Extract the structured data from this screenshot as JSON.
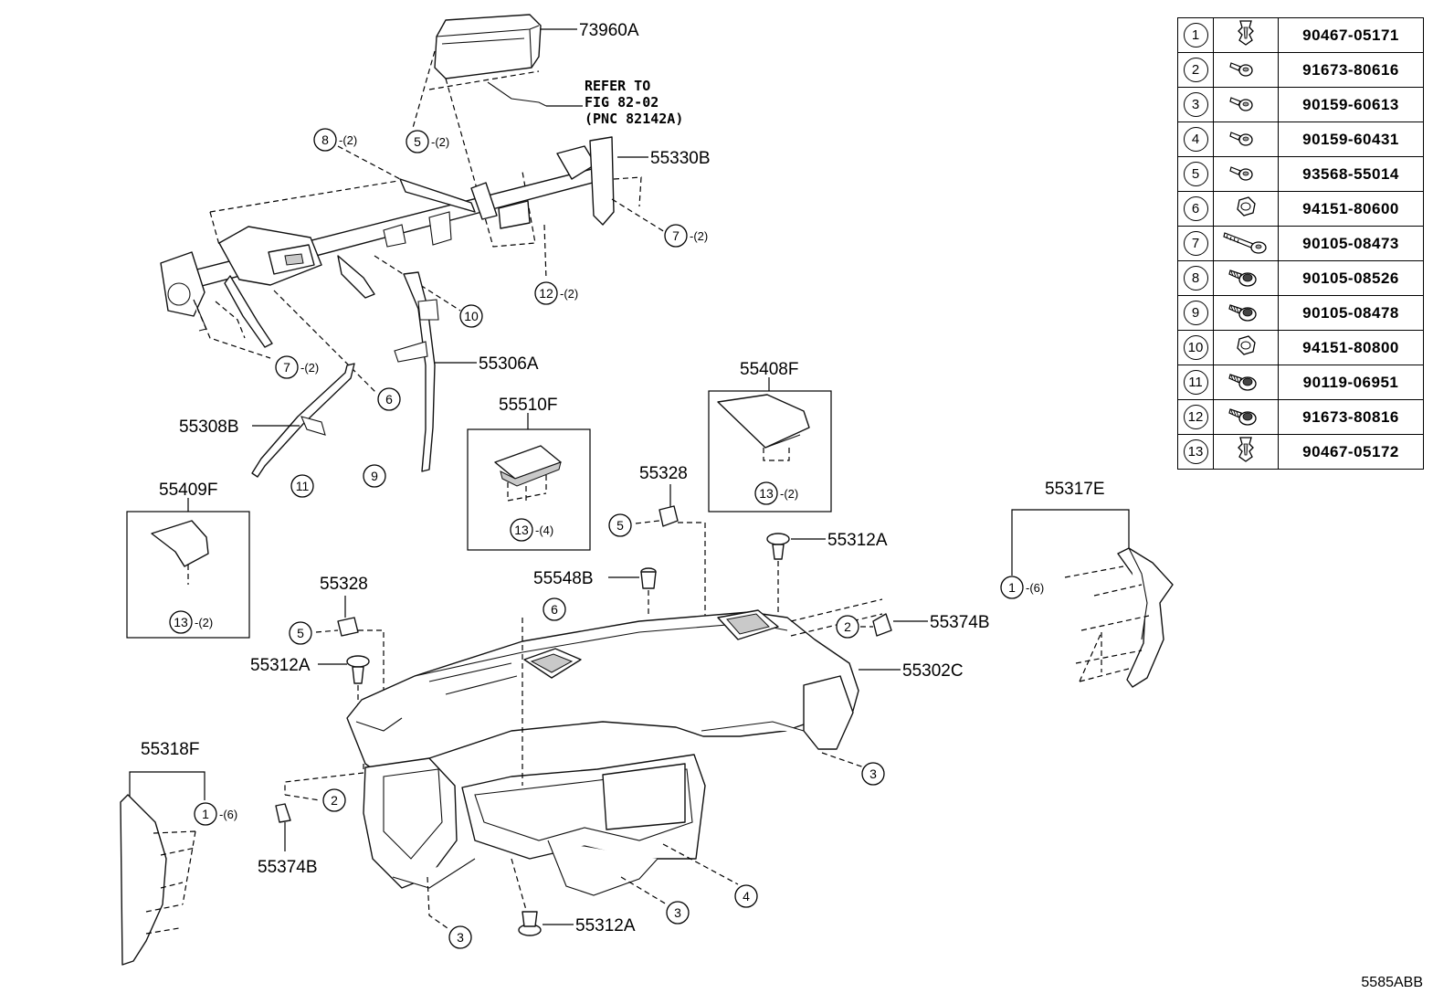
{
  "part_labels": {
    "p73960A": "73960A",
    "p55330B": "55330B",
    "p55306A": "55306A",
    "p55308B": "55308B",
    "p55408F": "55408F",
    "p55510F": "55510F",
    "p55409F": "55409F",
    "p55328a": "55328",
    "p55328b": "55328",
    "p55312A_a": "55312A",
    "p55312A_b": "55312A",
    "p55312A_c": "55312A",
    "p55548B": "55548B",
    "p55374B_a": "55374B",
    "p55374B_b": "55374B",
    "p55302C": "55302C",
    "p55317E": "55317E",
    "p55318F": "55318F"
  },
  "refer_note": {
    "line1": "REFER TO",
    "line2": "FIG 82-02",
    "line3": "(PNC 82142A)"
  },
  "callouts": [
    {
      "num": "8",
      "qty": "-(2)"
    },
    {
      "num": "5",
      "qty": "-(2)"
    },
    {
      "num": "7",
      "qty": "-(2)"
    },
    {
      "num": "12",
      "qty": "-(2)"
    },
    {
      "num": "10",
      "qty": ""
    },
    {
      "num": "7",
      "qty": "-(2)"
    },
    {
      "num": "6",
      "qty": ""
    },
    {
      "num": "11",
      "qty": ""
    },
    {
      "num": "9",
      "qty": ""
    },
    {
      "num": "13",
      "qty": "-(4)"
    },
    {
      "num": "13",
      "qty": "-(2)"
    },
    {
      "num": "13",
      "qty": "-(2)"
    },
    {
      "num": "5",
      "qty": ""
    },
    {
      "num": "5",
      "qty": ""
    },
    {
      "num": "6",
      "qty": ""
    },
    {
      "num": "2",
      "qty": ""
    },
    {
      "num": "1",
      "qty": "-(6)"
    },
    {
      "num": "3",
      "qty": ""
    },
    {
      "num": "1",
      "qty": "-(6)"
    },
    {
      "num": "2",
      "qty": ""
    },
    {
      "num": "3",
      "qty": ""
    },
    {
      "num": "3",
      "qty": ""
    },
    {
      "num": "4",
      "qty": ""
    }
  ],
  "fastener_table": [
    {
      "num": "1",
      "icon": "clip-icon",
      "part": "90467-05171"
    },
    {
      "num": "2",
      "icon": "screw-icon",
      "part": "91673-80616"
    },
    {
      "num": "3",
      "icon": "screw-icon",
      "part": "90159-60613"
    },
    {
      "num": "4",
      "icon": "screw-icon",
      "part": "90159-60431"
    },
    {
      "num": "5",
      "icon": "screw-icon",
      "part": "93568-55014"
    },
    {
      "num": "6",
      "icon": "nut-icon",
      "part": "94151-80600"
    },
    {
      "num": "7",
      "icon": "long-bolt-icon",
      "part": "90105-08473"
    },
    {
      "num": "8",
      "icon": "bolt-icon",
      "part": "90105-08526"
    },
    {
      "num": "9",
      "icon": "bolt-icon",
      "part": "90105-08478"
    },
    {
      "num": "10",
      "icon": "nut-icon",
      "part": "94151-80800"
    },
    {
      "num": "11",
      "icon": "bolt-icon",
      "part": "90119-06951"
    },
    {
      "num": "12",
      "icon": "bolt-icon",
      "part": "91673-80816"
    },
    {
      "num": "13",
      "icon": "clip-icon",
      "part": "90467-05172"
    }
  ],
  "diagram_code": "5585ABB"
}
